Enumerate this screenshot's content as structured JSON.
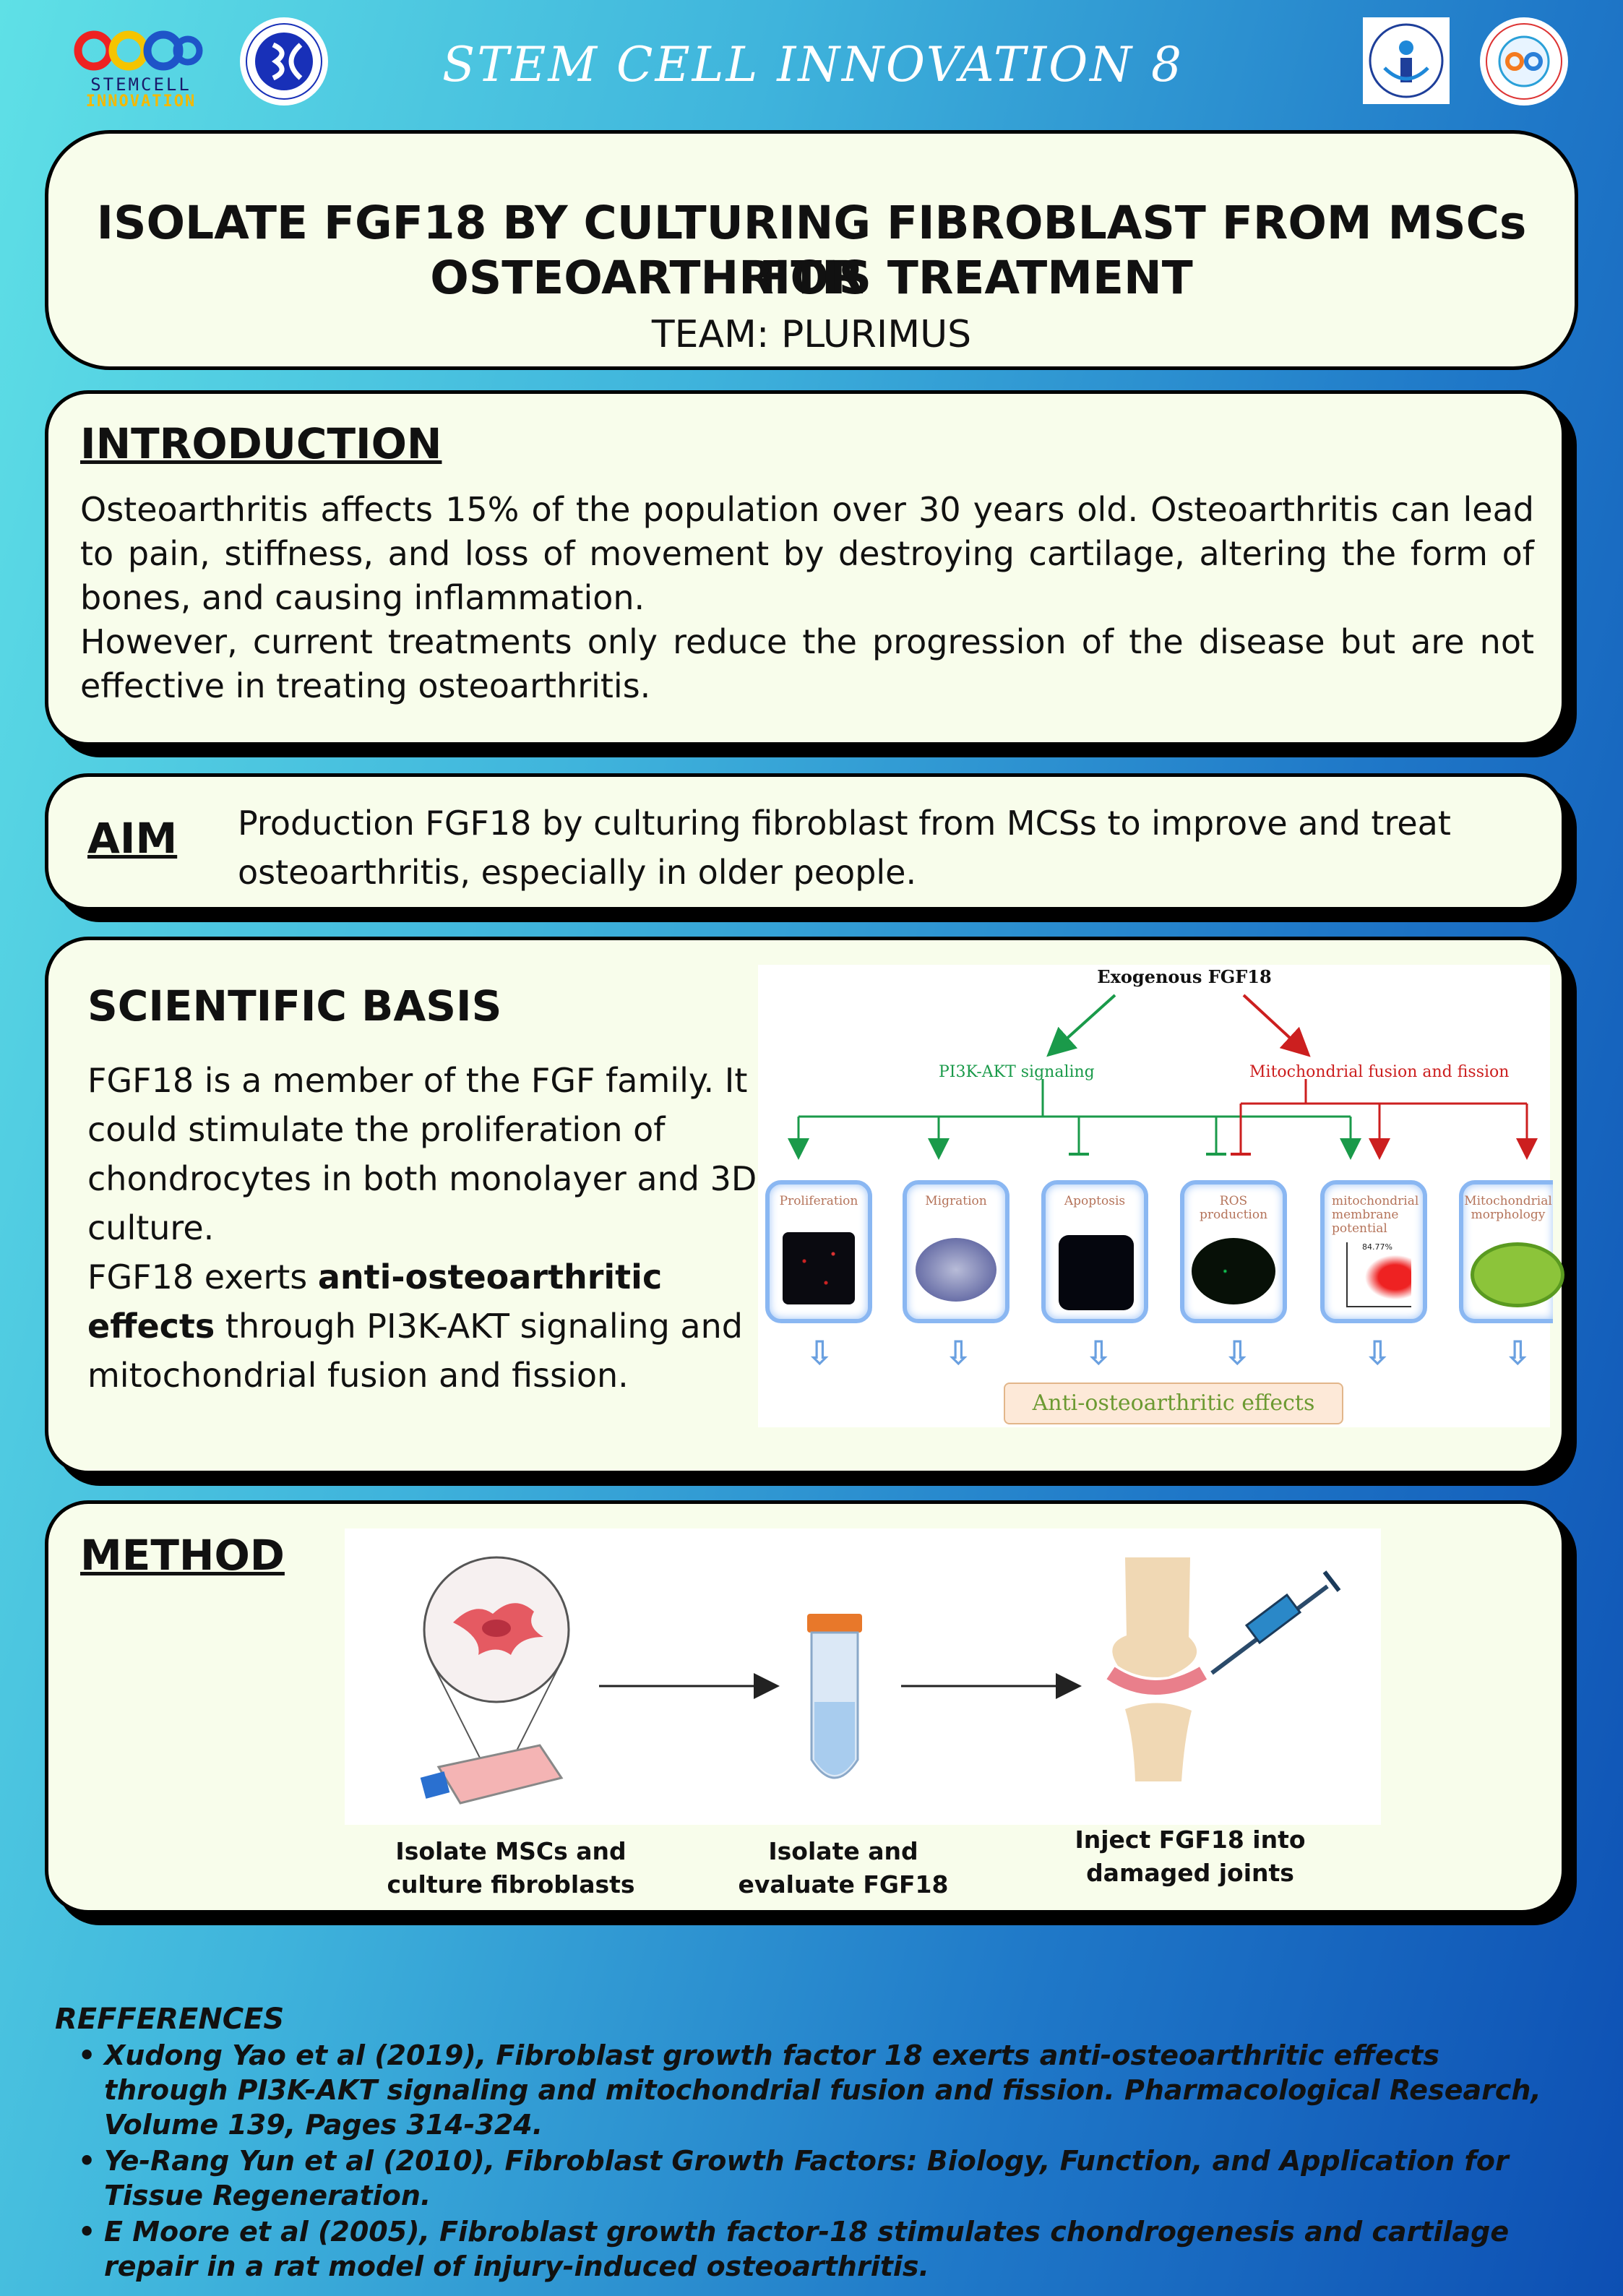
{
  "header": {
    "event_title": "STEM CELL INNOVATION 8",
    "logo_left_text": [
      "STEMCELL",
      "INNOVATION"
    ]
  },
  "title": {
    "line1": "ISOLATE FGF18 BY CULTURING FIBROBLAST FROM MSCs FOR",
    "line2": "OSTEOARTHRITIS TREATMENT",
    "team": "TEAM: PLURIMUS"
  },
  "introduction": {
    "heading": "INTRODUCTION",
    "para1": "Osteoarthritis affects 15% of the population over 30 years old. Osteoarthritis can lead to pain, stiffness, and loss of movement by destroying cartilage, altering the form of bones, and causing inflammation.",
    "para2": "However, current treatments only reduce the progression of the disease but are not effective in treating osteoarthritis."
  },
  "aim": {
    "heading": "AIM",
    "text": "Production FGF18 by culturing fibroblast from MCSs to improve and treat osteoarthritis, especially in older people."
  },
  "scientific_basis": {
    "heading": "SCIENTIFIC BASIS",
    "text1": "FGF18 is a member of the FGF family. It could stimulate the proliferation of chondrocytes in both monolayer and 3D culture.",
    "text2_pre": "FGF18  exerts ",
    "text2_bold": "anti-osteoarthritic effects",
    "text2_post": " through PI3K-AKT signaling and mitochondrial fusion and fission.",
    "figure": {
      "top_label": "Exogenous FGF18",
      "left_branch": "PI3K-AKT  signaling",
      "right_branch": "Mitochondrial  fusion and fission",
      "cards": [
        "Proliferation",
        "Migration",
        "Apoptosis",
        "ROS production",
        "mitochondrial membrane potential",
        "Mitochondrial morphology"
      ],
      "flow_value": "84.77%",
      "bottom_label": "Anti-osteoarthritic  effects",
      "colors": {
        "green": "#1a9a4a",
        "red": "#cc1f1f"
      }
    }
  },
  "method": {
    "heading": "METHOD",
    "steps": [
      {
        "caption": "Isolate MSCs and culture fibroblasts"
      },
      {
        "caption": "Isolate and evaluate FGF18"
      },
      {
        "caption": "Inject FGF18 into damaged joints"
      }
    ]
  },
  "references": {
    "heading": "REFFERENCES",
    "items": [
      "Xudong Yao et al (2019), Fibroblast growth factor 18 exerts anti-osteoarthritic effects through PI3K-AKT signaling and mitochondrial fusion and fission. Pharmacological Research, Volume 139, Pages 314-324.",
      "Ye-Rang Yun et al (2010), Fibroblast Growth Factors: Biology, Function, and Application for Tissue Regeneration.",
      "E Moore et al (2005), Fibroblast growth factor-18 stimulates chondrogenesis and cartilage repair in a rat model of injury-induced osteoarthritis."
    ]
  }
}
